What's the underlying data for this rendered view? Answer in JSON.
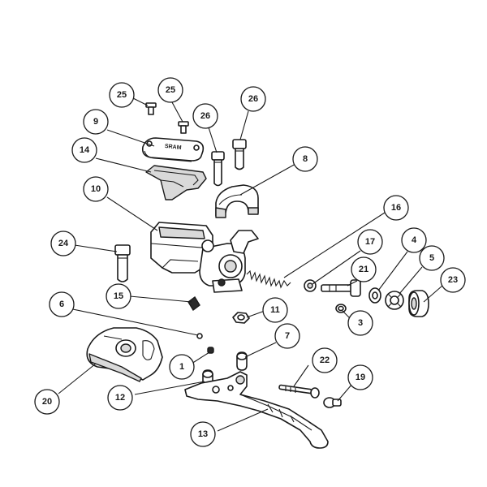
{
  "callouts": [
    {
      "id": "1",
      "label": "1"
    },
    {
      "id": "3",
      "label": "3"
    },
    {
      "id": "4",
      "label": "4"
    },
    {
      "id": "5",
      "label": "5"
    },
    {
      "id": "6",
      "label": "6"
    },
    {
      "id": "7",
      "label": "7"
    },
    {
      "id": "8",
      "label": "8"
    },
    {
      "id": "9",
      "label": "9"
    },
    {
      "id": "10",
      "label": "10"
    },
    {
      "id": "11",
      "label": "11"
    },
    {
      "id": "12",
      "label": "12"
    },
    {
      "id": "13",
      "label": "13"
    },
    {
      "id": "14",
      "label": "14"
    },
    {
      "id": "15",
      "label": "15"
    },
    {
      "id": "16",
      "label": "16"
    },
    {
      "id": "17",
      "label": "17"
    },
    {
      "id": "19",
      "label": "19"
    },
    {
      "id": "20",
      "label": "20"
    },
    {
      "id": "21",
      "label": "21"
    },
    {
      "id": "22",
      "label": "22"
    },
    {
      "id": "23",
      "label": "23"
    },
    {
      "id": "24",
      "label": "24"
    },
    {
      "id": "25a",
      "label": "25"
    },
    {
      "id": "25b",
      "label": "25"
    },
    {
      "id": "26a",
      "label": "26"
    },
    {
      "id": "26b",
      "label": "26"
    }
  ],
  "reservoir_cap_logo": "SRAM"
}
